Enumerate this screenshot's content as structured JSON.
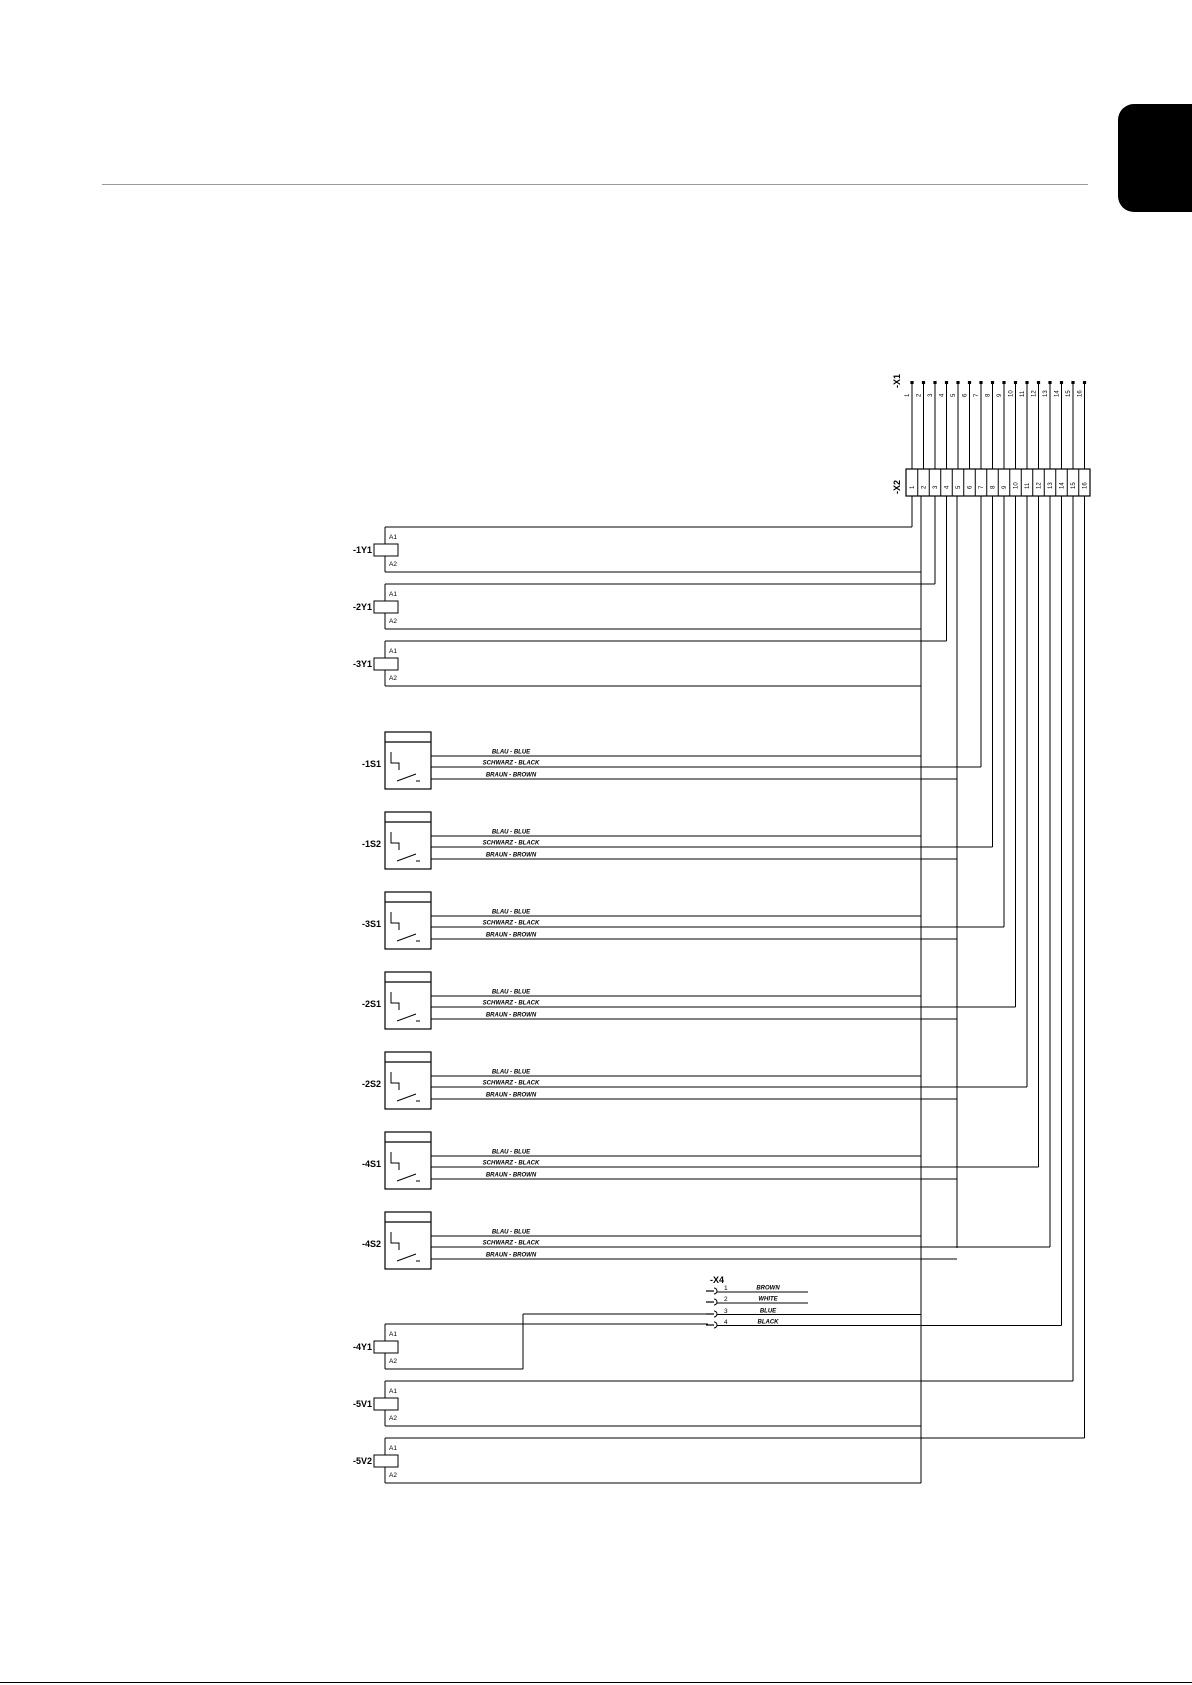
{
  "terminal_strips": {
    "x1": {
      "label": "-X1",
      "terminals": [
        "1",
        "2",
        "3",
        "4",
        "5",
        "6",
        "7",
        "8",
        "9",
        "10",
        "11",
        "12",
        "13",
        "14",
        "15",
        "16"
      ]
    },
    "x2": {
      "label": "-X2",
      "terminals": [
        "1",
        "2",
        "3",
        "4",
        "5",
        "6",
        "7",
        "8",
        "9",
        "10",
        "11",
        "12",
        "13",
        "14",
        "15",
        "16"
      ]
    }
  },
  "coils": [
    {
      "label": "-1Y1",
      "pin_top": "A1",
      "pin_bottom": "A2"
    },
    {
      "label": "-2Y1",
      "pin_top": "A1",
      "pin_bottom": "A2"
    },
    {
      "label": "-3Y1",
      "pin_top": "A1",
      "pin_bottom": "A2"
    },
    {
      "label": "-4Y1",
      "pin_top": "A1",
      "pin_bottom": "A2"
    },
    {
      "label": "-5V1",
      "pin_top": "A1",
      "pin_bottom": "A2"
    },
    {
      "label": "-5V2",
      "pin_top": "A1",
      "pin_bottom": "A2"
    }
  ],
  "sensor_wires": [
    "BLAU - BLUE",
    "SCHWARZ - BLACK",
    "BRAUN - BROWN"
  ],
  "sensors": [
    {
      "label": "-1S1"
    },
    {
      "label": "-1S2"
    },
    {
      "label": "-3S1"
    },
    {
      "label": "-2S1"
    },
    {
      "label": "-2S2"
    },
    {
      "label": "-4S1"
    },
    {
      "label": "-4S2"
    }
  ],
  "connector_x4": {
    "label": "-X4",
    "pins": [
      {
        "number": "1",
        "wire": "BROWN"
      },
      {
        "number": "2",
        "wire": "WHITE"
      },
      {
        "number": "3",
        "wire": "BLUE"
      },
      {
        "number": "4",
        "wire": "BLACK"
      }
    ]
  },
  "colors": {
    "line": "#000000",
    "rule": "#9a9a9a",
    "tab": "#000000"
  }
}
